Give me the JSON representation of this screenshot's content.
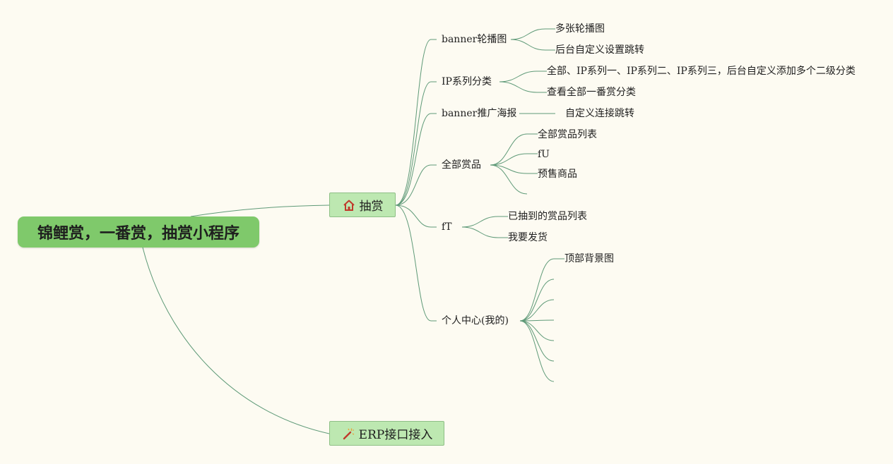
{
  "root": {
    "label": "锦鲤赏，一番赏，抽赏小程序"
  },
  "branches": {
    "choushang": {
      "label": "抽赏",
      "icon": "home-icon"
    },
    "erp": {
      "label": "ERP接口接入",
      "icon": "magic-wand-icon"
    }
  },
  "topics": {
    "banner_carousel": {
      "label": "banner轮播图",
      "children": [
        "多张轮播图",
        "后台自定义设置跳转"
      ]
    },
    "ip_category": {
      "label": "IP系列分类",
      "children": [
        "全部、IP系列一、IP系列二、IP系列三，后台自定义添加多个二级分类",
        "查看全部一番赏分类"
      ]
    },
    "banner_poster": {
      "label": "banner推广海报",
      "children": [
        "自定义连接跳转"
      ]
    },
    "all_prizes": {
      "label": "全部赏品",
      "children": [
        "全部赏品列表",
        "fU",
        "预售商品"
      ]
    },
    "ft": {
      "label": "fT",
      "children": [
        "已抽到的赏品列表",
        "我要发货"
      ]
    },
    "personal_center": {
      "label": "个人中心(我的)",
      "children": [
        "顶部背景图"
      ]
    }
  },
  "colors": {
    "background": "#fdfbf2",
    "root": "#7fc96b",
    "branch": "#bde8b1",
    "edge": "#5f9a78",
    "home_icon": "#c0392b"
  }
}
